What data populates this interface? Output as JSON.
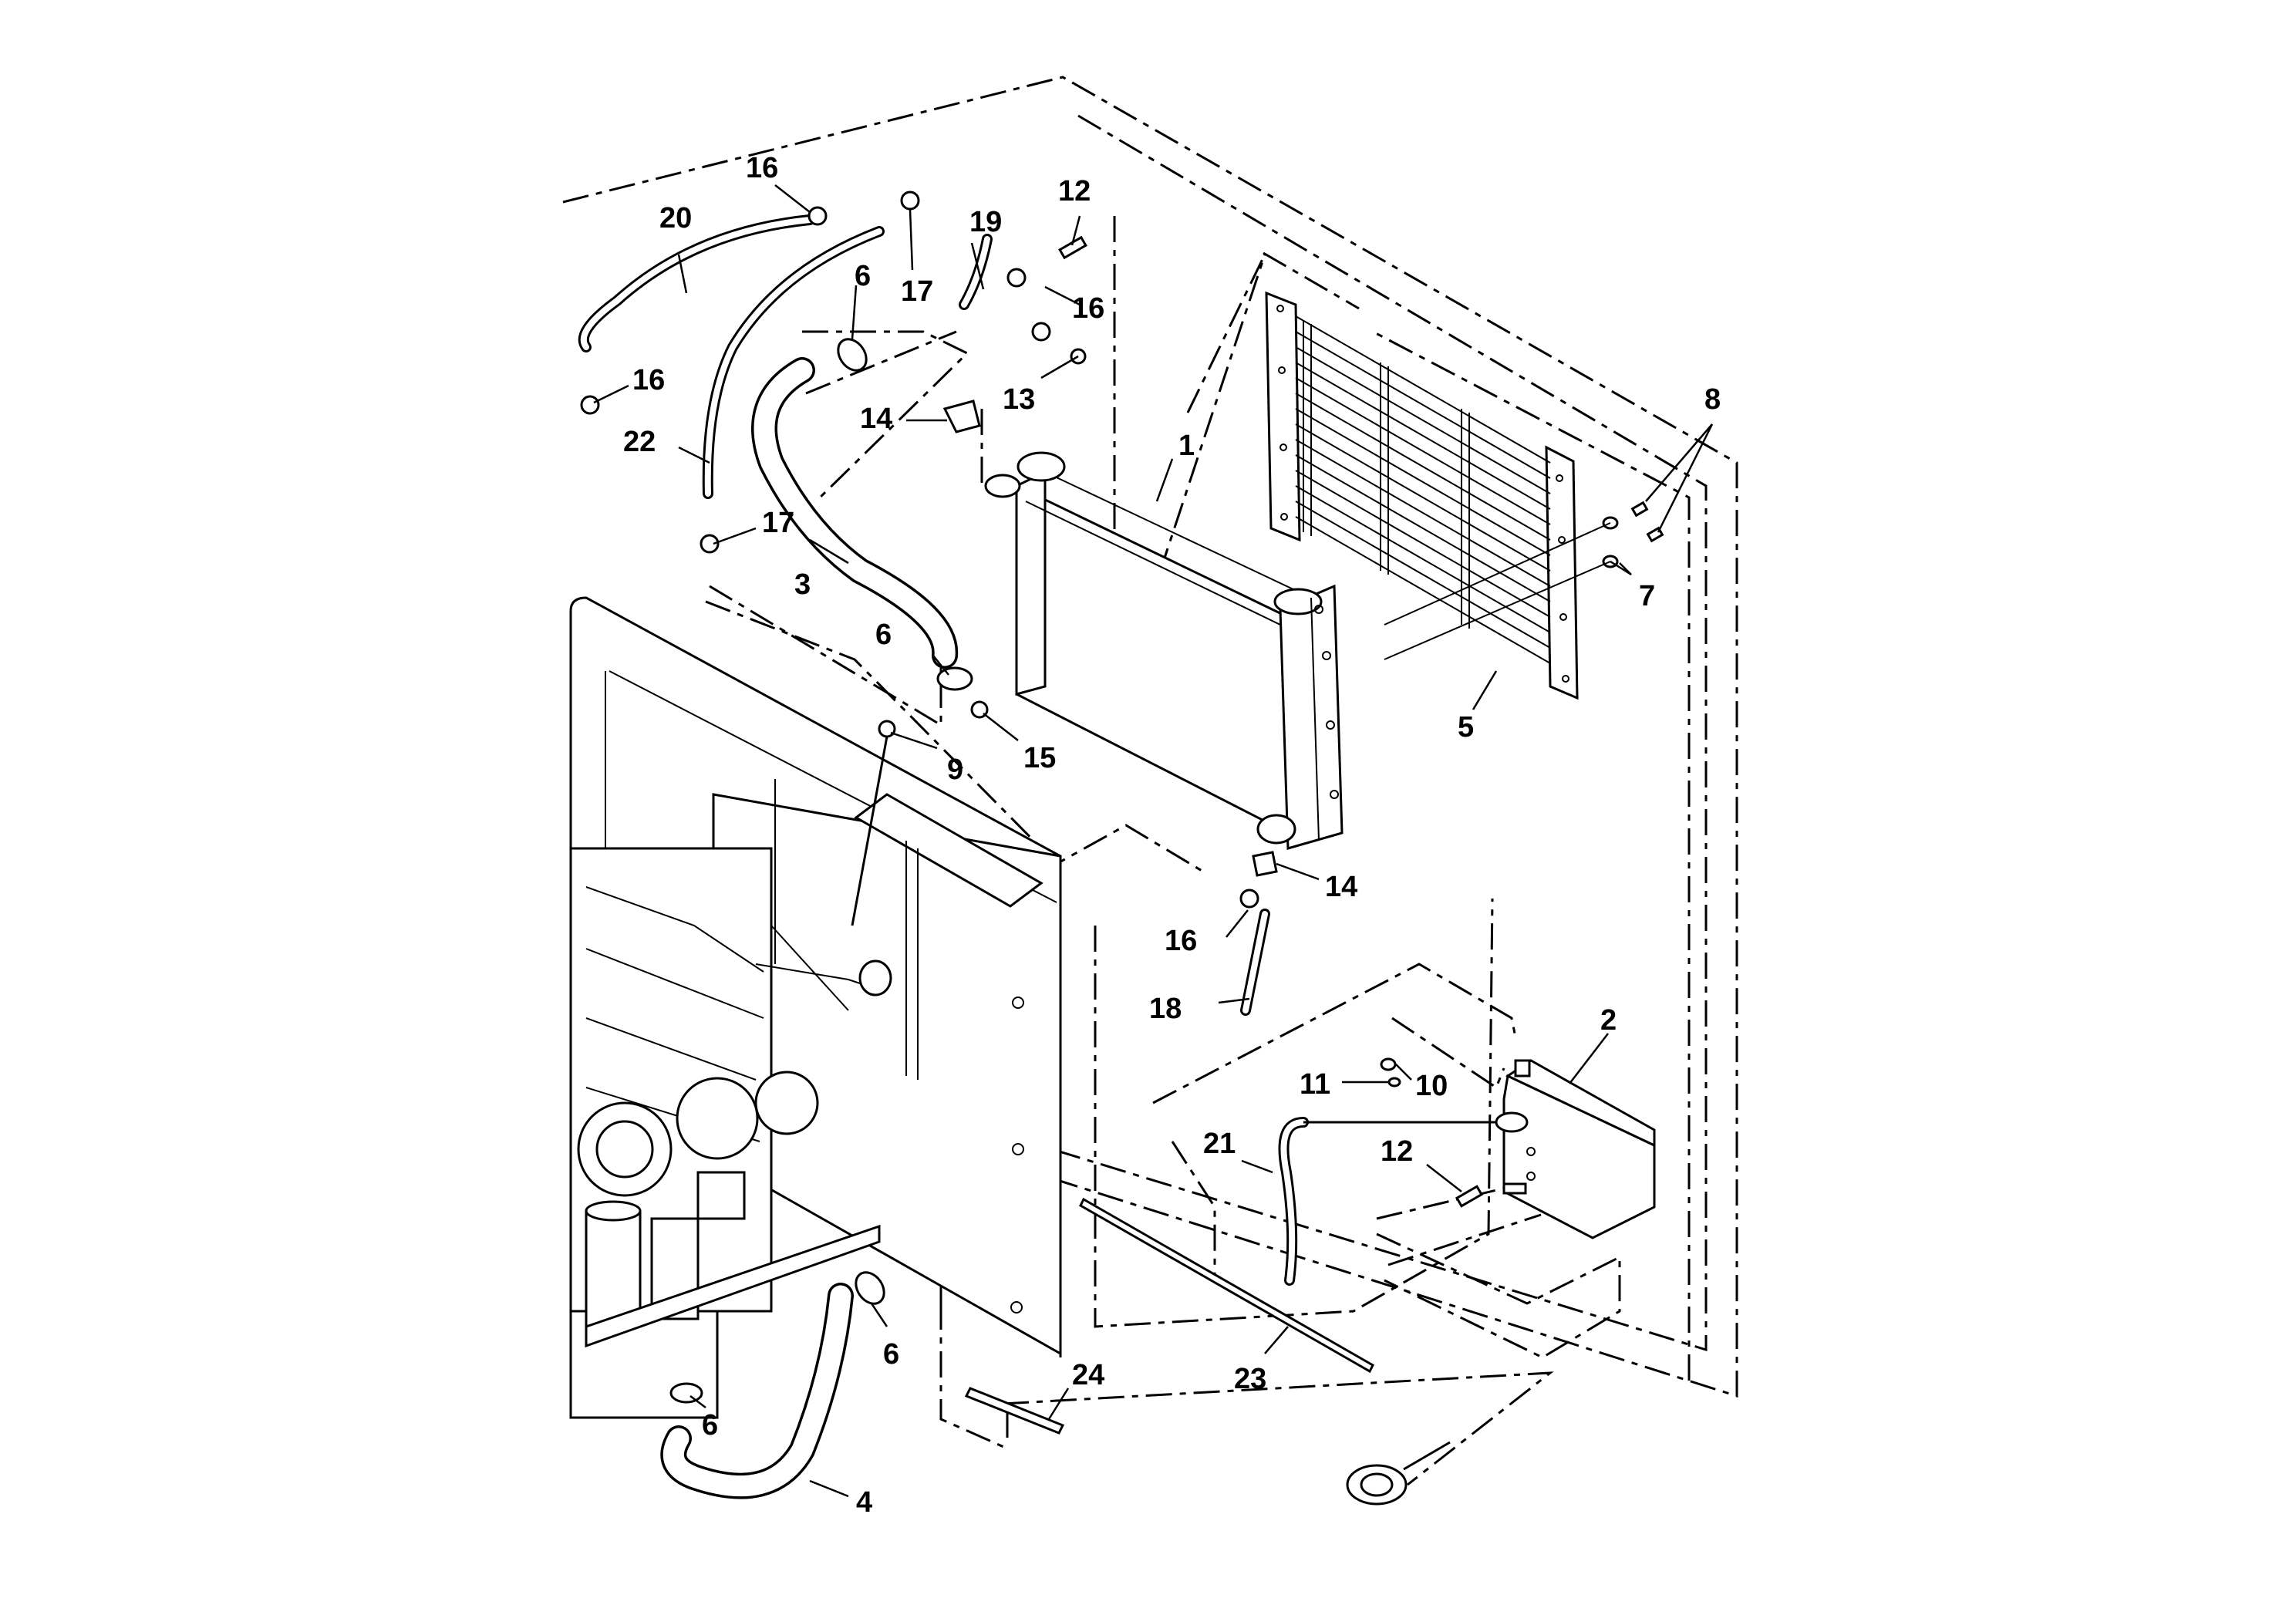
{
  "diagram": {
    "title": "",
    "callouts": [
      {
        "id": "c1",
        "label": "1"
      },
      {
        "id": "c2",
        "label": "2"
      },
      {
        "id": "c3",
        "label": "3"
      },
      {
        "id": "c4",
        "label": "4"
      },
      {
        "id": "c5",
        "label": "5"
      },
      {
        "id": "c6a",
        "label": "6"
      },
      {
        "id": "c6b",
        "label": "6"
      },
      {
        "id": "c6c",
        "label": "6"
      },
      {
        "id": "c6d",
        "label": "6"
      },
      {
        "id": "c7",
        "label": "7"
      },
      {
        "id": "c8",
        "label": "8"
      },
      {
        "id": "c9",
        "label": "9"
      },
      {
        "id": "c10",
        "label": "10"
      },
      {
        "id": "c11",
        "label": "11"
      },
      {
        "id": "c12a",
        "label": "12"
      },
      {
        "id": "c12b",
        "label": "12"
      },
      {
        "id": "c13",
        "label": "13"
      },
      {
        "id": "c14a",
        "label": "14"
      },
      {
        "id": "c14b",
        "label": "14"
      },
      {
        "id": "c15",
        "label": "15"
      },
      {
        "id": "c16a",
        "label": "16"
      },
      {
        "id": "c16b",
        "label": "16"
      },
      {
        "id": "c16c",
        "label": "16"
      },
      {
        "id": "c16d",
        "label": "16"
      },
      {
        "id": "c17a",
        "label": "17"
      },
      {
        "id": "c17b",
        "label": "17"
      },
      {
        "id": "c18",
        "label": "18"
      },
      {
        "id": "c19",
        "label": "19"
      },
      {
        "id": "c20",
        "label": "20"
      },
      {
        "id": "c21",
        "label": "21"
      },
      {
        "id": "c22",
        "label": "22"
      },
      {
        "id": "c23",
        "label": "23"
      },
      {
        "id": "c24",
        "label": "24"
      }
    ]
  }
}
